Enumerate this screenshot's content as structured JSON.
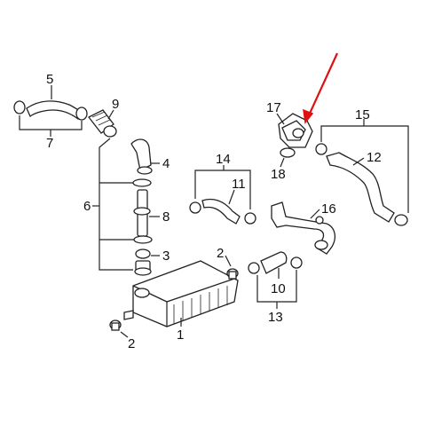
{
  "callouts": {
    "c1": "1",
    "c2a": "2",
    "c2b": "2",
    "c3": "3",
    "c4": "4",
    "c5": "5",
    "c6": "6",
    "c7": "7",
    "c8": "8",
    "c9": "9",
    "c10": "10",
    "c11": "11",
    "c12": "12",
    "c13": "13",
    "c14": "14",
    "c15": "15",
    "c16": "16",
    "c17": "17",
    "c18": "18"
  },
  "colors": {
    "highlight_arrow": "#e01010",
    "line": "#222222"
  }
}
